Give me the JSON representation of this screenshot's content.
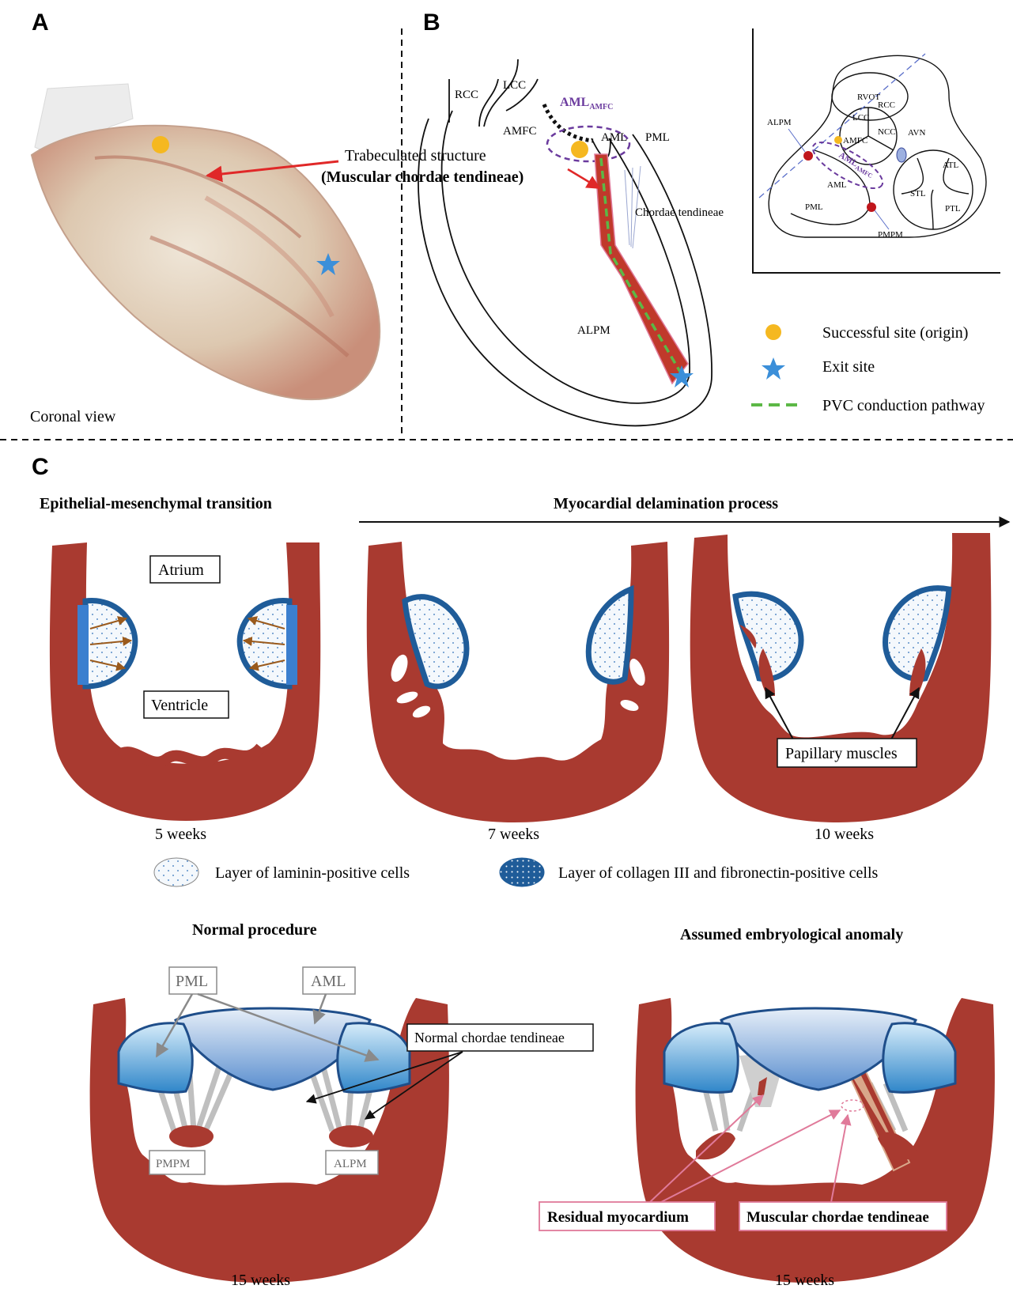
{
  "colors": {
    "myocardium": "#a93a30",
    "myocardium_dark": "#8e2d25",
    "cushion_blue": "#1f5c99",
    "cushion_light": "#5b9bd5",
    "origin_yellow": "#f5b820",
    "exit_blue": "#3b8fd9",
    "pathway_green": "#5cb846",
    "arrow_red": "#e02828",
    "aml_purple": "#6b3b9e",
    "pink_label": "#e07a9a"
  },
  "panels": {
    "a": {
      "label": "A",
      "view": "Coronal view",
      "annotation_line1": "Trabeculated structure",
      "annotation_line2": "(Muscular chordae tendineae)"
    },
    "b": {
      "label": "B",
      "rcc": "RCC",
      "lcc": "LCC",
      "amfc": "AMFC",
      "aml_amfc_main": "AML",
      "aml_amfc_sub": "AMFC",
      "aml": "AML",
      "pml": "PML",
      "chordae": "Chordae tendineae",
      "alpm": "ALPM",
      "inset": {
        "rvot": "RVOT",
        "rcc": "RCC",
        "lcc": "LCC",
        "ncc": "NCC",
        "amfc": "AMFC",
        "aml_amfc_main": "AML",
        "aml_amfc_sub": "AMFC",
        "avn": "AVN",
        "alpm": "ALPM",
        "aml": "AML",
        "pml": "PML",
        "pmpm": "PMPM",
        "atl": "ATL",
        "stl": "STL",
        "ptl": "PTL"
      },
      "legend": {
        "origin": "Successful site (origin)",
        "exit": "Exit site",
        "pathway": "PVC conduction pathway"
      }
    },
    "c": {
      "label": "C",
      "emt_title": "Epithelial-mesenchymal transition",
      "delam_title": "Myocardial delamination process",
      "atrium": "Atrium",
      "ventricle": "Ventricle",
      "papillary": "Papillary muscles",
      "week5": "5 weeks",
      "week7": "7 weeks",
      "week10": "10 weeks",
      "legend_laminin": "Layer of laminin-positive cells",
      "legend_collagen": "Layer of collagen III and fibronectin-positive cells",
      "normal_title": "Normal procedure",
      "anomaly_title": "Assumed embryological anomaly",
      "pml": "PML",
      "aml": "AML",
      "normal_chordae": "Normal chordae tendineae",
      "pmpm": "PMPM",
      "alpm": "ALPM",
      "residual": "Residual myocardium",
      "muscular_chordae": "Muscular chordae tendineae",
      "week15_left": "15 weeks",
      "week15_right": "15 weeks"
    }
  }
}
